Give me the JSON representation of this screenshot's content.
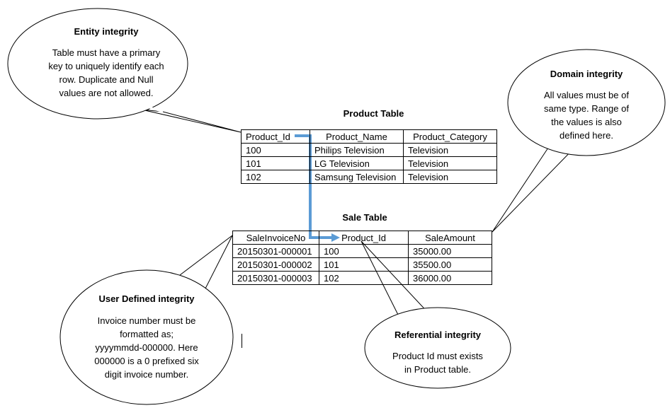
{
  "callouts": {
    "entity": {
      "title": "Entity integrity",
      "lines": [
        "Table must have a primary",
        "key to uniquely identify each",
        "row. Duplicate and Null",
        "values are not allowed."
      ]
    },
    "domain": {
      "title": "Domain integrity",
      "lines": [
        "All values must be of",
        "same type. Range of",
        "the values is also",
        "defined here."
      ]
    },
    "user": {
      "title": "User Defined integrity",
      "lines": [
        "Invoice number must be",
        "formatted as;",
        "yyyymmdd-000000. Here",
        "000000 is a 0 prefixed six",
        "digit invoice number."
      ]
    },
    "referential": {
      "title": "Referential integrity",
      "lines": [
        "Product Id must exists",
        "in Product table."
      ]
    }
  },
  "product_table": {
    "title": "Product Table",
    "headers": [
      "Product_Id",
      "Product_Name",
      "Product_Category"
    ],
    "rows": [
      [
        "100",
        "Philips Television",
        "Television"
      ],
      [
        "101",
        "LG Television",
        "Television"
      ],
      [
        "102",
        "Samsung Television",
        "Television"
      ]
    ]
  },
  "sale_table": {
    "title": "Sale Table",
    "headers": [
      "SaleInvoiceNo",
      "Product_Id",
      "SaleAmount"
    ],
    "rows": [
      [
        "20150301-000001",
        "100",
        "35000.00"
      ],
      [
        "20150301-000002",
        "101",
        "35500.00"
      ],
      [
        "20150301-000003",
        "102",
        "36000.00"
      ]
    ]
  },
  "colors": {
    "relationship_arrow": "#5b9bd5",
    "outline": "#000000",
    "background": "#ffffff"
  }
}
